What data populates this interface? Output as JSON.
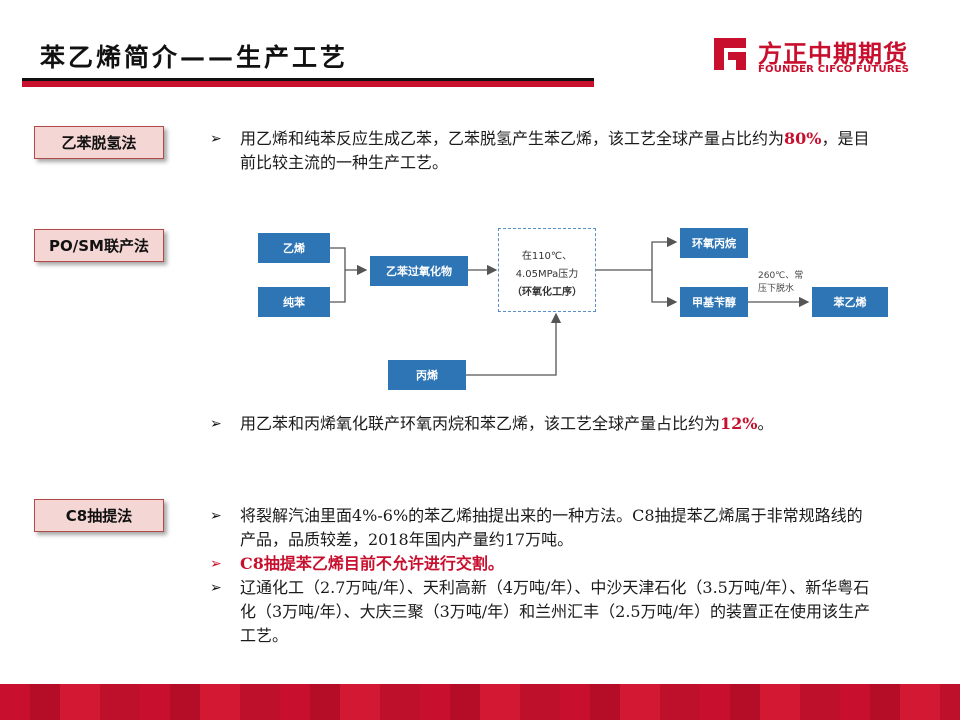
{
  "title": "苯乙烯简介——生产工艺",
  "logo": {
    "cn": "方正中期期货",
    "en": "FOUNDER CIFCO FUTURES"
  },
  "sections": {
    "s1": {
      "label": "乙苯脱氢法",
      "b1": {
        "pre": "用乙烯和纯苯反应生成乙苯，乙苯脱氢产生苯乙烯，该工艺全球产量占比约为",
        "hl": "80%",
        "post": "，是目前比较主流的一种生产工艺。"
      }
    },
    "s2": {
      "label": "PO/SM联产法",
      "b1": {
        "pre": "用乙苯和丙烯氧化联产环氧丙烷和苯乙烯，该工艺全球产量占比约为",
        "hl": "12%",
        "post": "。"
      }
    },
    "s3": {
      "label": "C8抽提法",
      "b1": "将裂解汽油里面4%-6%的苯乙烯抽提出来的一种方法。C8抽提苯乙烯属于非常规路线的产品，品质较差，2018年国内产量约17万吨。",
      "b2": "C8抽提苯乙烯目前不允许进行交割。",
      "b3": "辽通化工（2.7万吨/年）、天利高新（4万吨/年）、中沙天津石化（3.5万吨/年）、新华粤石化（3万吨/年）、大庆三聚（3万吨/年）和兰州汇丰（2.5万吨/年）的装置正在使用该生产工艺。"
    }
  },
  "flow": {
    "ethylene": "乙烯",
    "benzene": "纯苯",
    "hydroperoxide": "乙苯过氧化物",
    "propylene": "丙烯",
    "cond1": "在110℃、",
    "cond2": "4.05MPa压力",
    "cond3": "（环氧化工序）",
    "po": "环氧丙烷",
    "mba": "甲基苄醇",
    "styrene": "苯乙烯",
    "dehydration1": "260℃、常",
    "dehydration2": "压下脱水",
    "colors": {
      "node": "#2e75b6",
      "dashed": "#5b8fc7",
      "line": "#555555"
    }
  },
  "colors": {
    "accent": "#c8102e",
    "label_bg": "#f4d6d4"
  },
  "icons": {
    "bullet": "arrow-bullet-icon",
    "logo": "founder-logo-icon"
  }
}
